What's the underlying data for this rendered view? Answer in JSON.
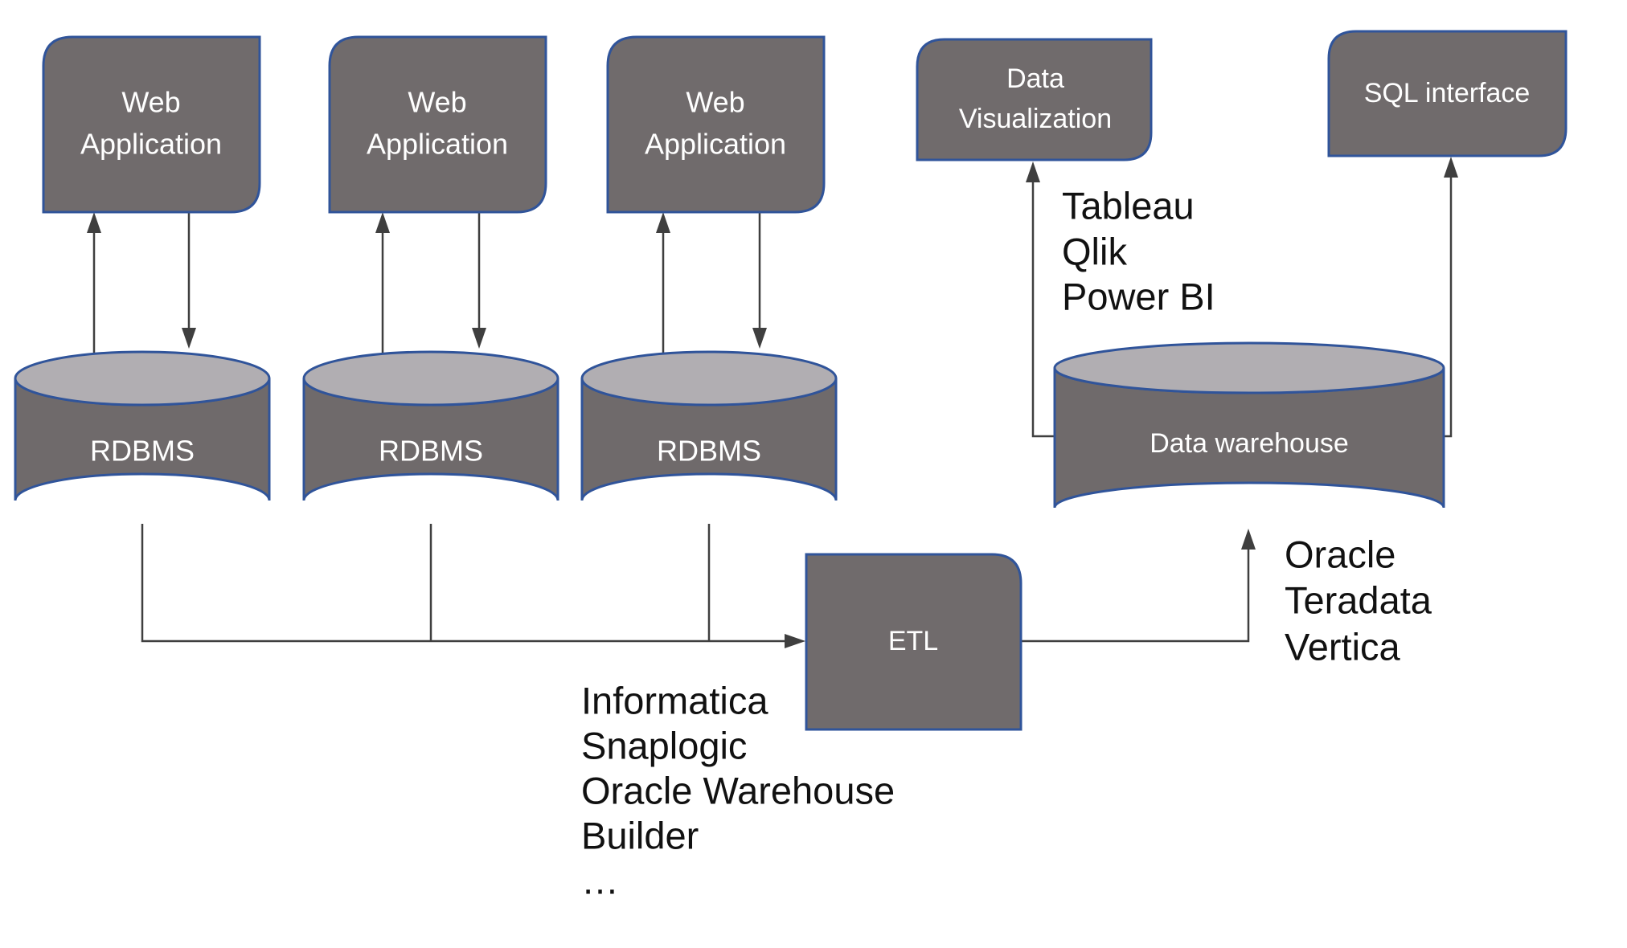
{
  "nodes": {
    "web_app_1": {
      "line1": "Web",
      "line2": "Application"
    },
    "web_app_2": {
      "line1": "Web",
      "line2": "Application"
    },
    "web_app_3": {
      "line1": "Web",
      "line2": "Application"
    },
    "rdbms_1": {
      "label": "RDBMS"
    },
    "rdbms_2": {
      "label": "RDBMS"
    },
    "rdbms_3": {
      "label": "RDBMS"
    },
    "data_visualization": {
      "line1": "Data",
      "line2": "Visualization"
    },
    "sql_interface": {
      "label": "SQL interface"
    },
    "data_warehouse": {
      "label": "Data warehouse"
    },
    "etl": {
      "label": "ETL"
    }
  },
  "annotations": {
    "bi_tools": {
      "lines": [
        "Tableau",
        "Qlik",
        "Power BI"
      ]
    },
    "dw_products": {
      "lines": [
        "Oracle",
        "Teradata",
        "Vertica"
      ]
    },
    "etl_tools": {
      "lines": [
        "Informatica",
        "Snaplogic",
        "Oracle Warehouse",
        "Builder",
        "…"
      ]
    }
  },
  "colors": {
    "shape_fill": "#706B6C",
    "cylinder_top_fill": "#B1AEB2",
    "shape_border": "#30549A",
    "connector": "#3F3F3F",
    "node_text": "#FFFFFF",
    "annotation_text": "#111111",
    "background": "#FFFFFF"
  }
}
